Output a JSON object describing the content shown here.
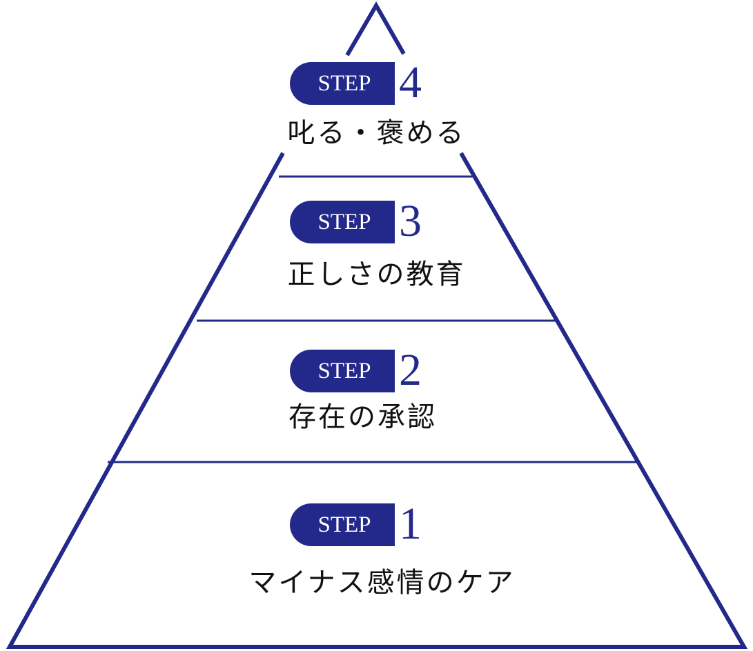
{
  "color": "#23298a",
  "steps": [
    {
      "badge": "STEP",
      "number": "4",
      "label": "叱る・褒める"
    },
    {
      "badge": "STEP",
      "number": "3",
      "label": "正しさの教育"
    },
    {
      "badge": "STEP",
      "number": "2",
      "label": "存在の承認"
    },
    {
      "badge": "STEP",
      "number": "1",
      "label": "マイナス感情のケア"
    }
  ]
}
